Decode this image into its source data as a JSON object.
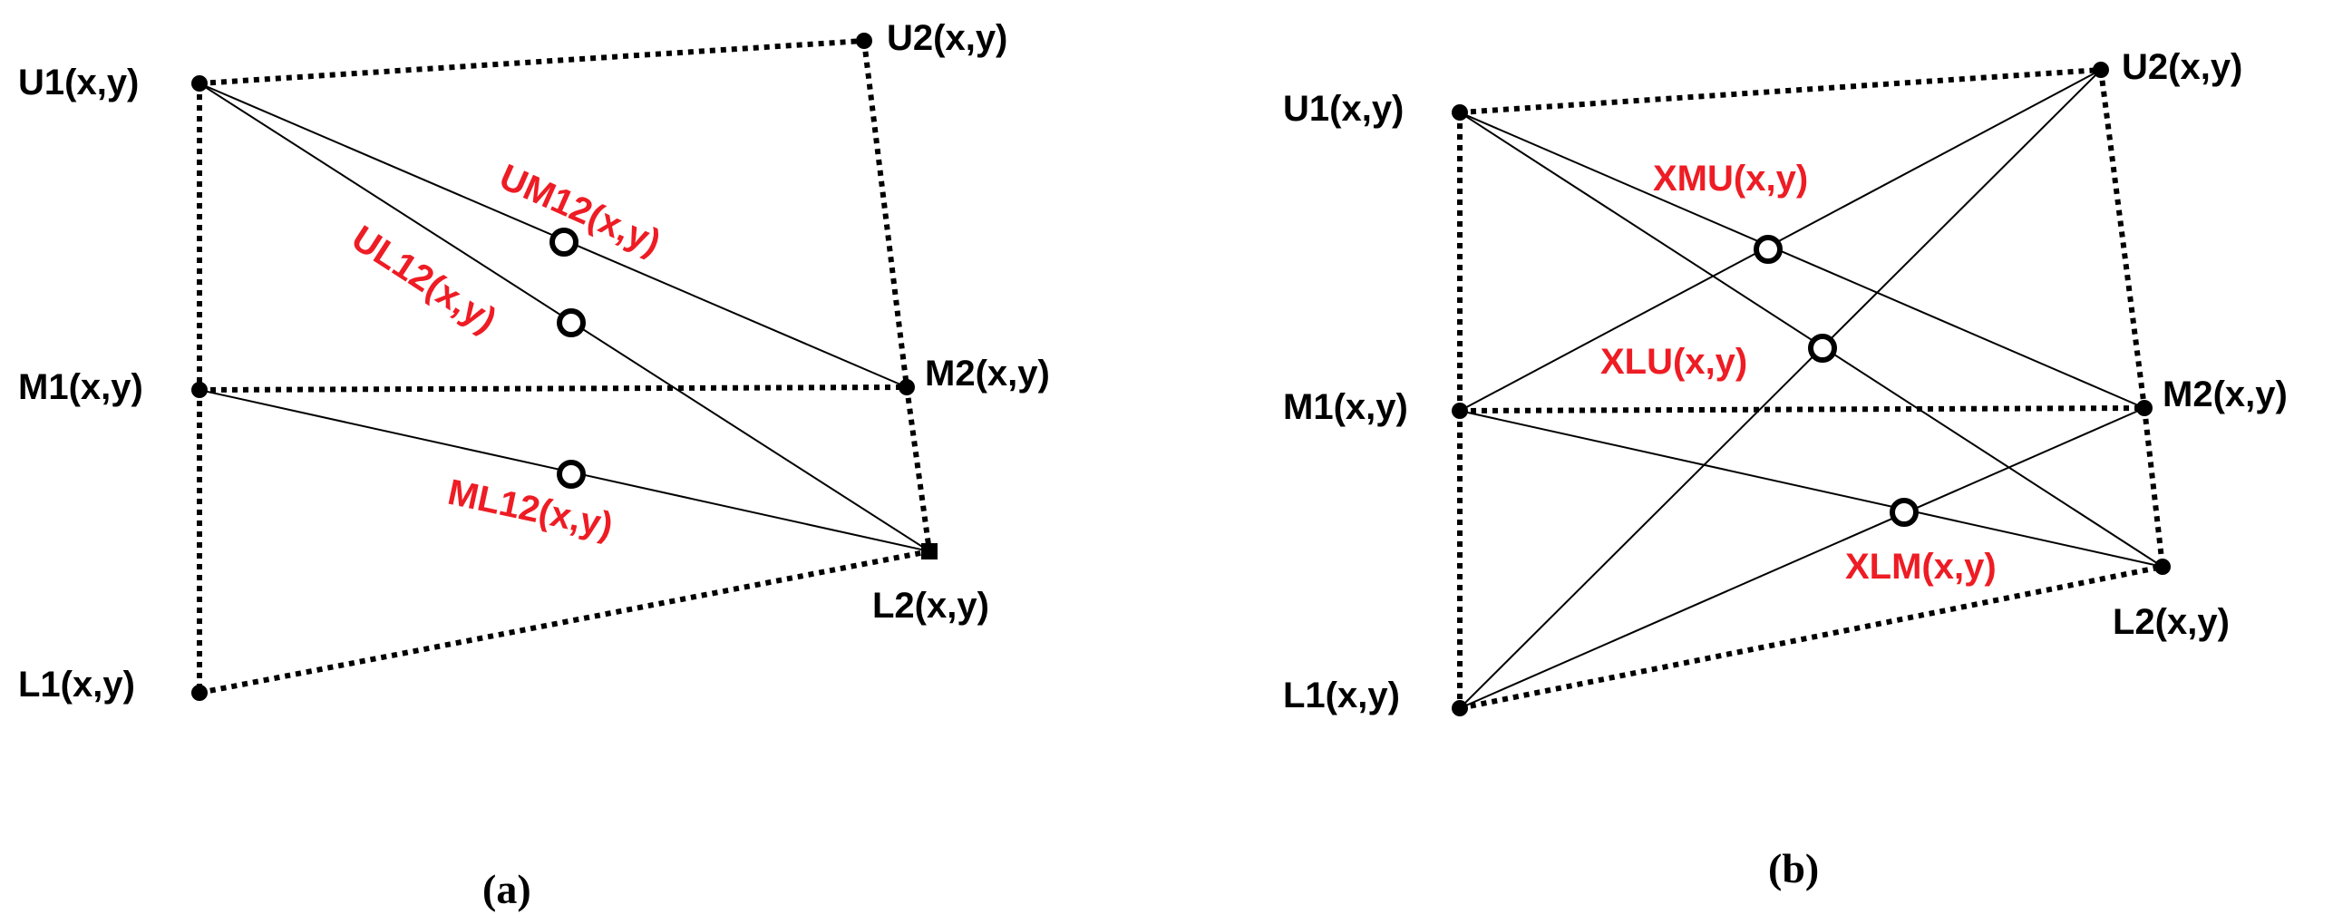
{
  "colors": {
    "line": "#000000",
    "red_label": "#ee1c24",
    "background": "#ffffff"
  },
  "panel_a": {
    "caption": "(a)",
    "points": {
      "U1": "U1(x,y)",
      "U2": "U2(x,y)",
      "M1": "M1(x,y)",
      "M2": "M2(x,y)",
      "L1": "L1(x,y)",
      "L2": "L2(x,y)"
    },
    "midpoints": {
      "UM12": "UM12(x,y)",
      "UL12": "UL12(x,y)",
      "ML12": "ML12(x,y)"
    }
  },
  "panel_b": {
    "caption": "(b)",
    "points": {
      "U1": "U1(x,y)",
      "U2": "U2(x,y)",
      "M1": "M1(x,y)",
      "M2": "M2(x,y)",
      "L1": "L1(x,y)",
      "L2": "L2(x,y)"
    },
    "intersections": {
      "XMU": "XMU(x,y)",
      "XLU": "XLU(x,y)",
      "XLM": "XLM(x,y)"
    }
  }
}
